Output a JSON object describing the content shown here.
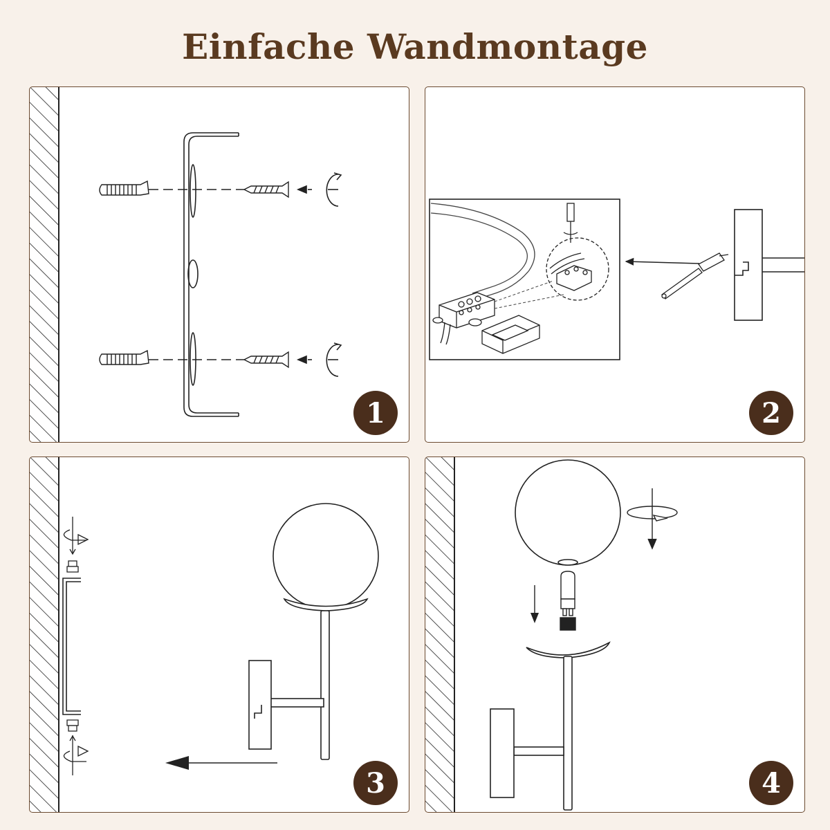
{
  "title": "Einfache Wandmontage",
  "colors": {
    "background": "#f8f1ea",
    "title": "#5a3a20",
    "badge": "#4a2e1c",
    "line": "#222222"
  },
  "steps": [
    {
      "number": "1"
    },
    {
      "number": "2"
    },
    {
      "number": "3"
    },
    {
      "number": "4"
    }
  ]
}
